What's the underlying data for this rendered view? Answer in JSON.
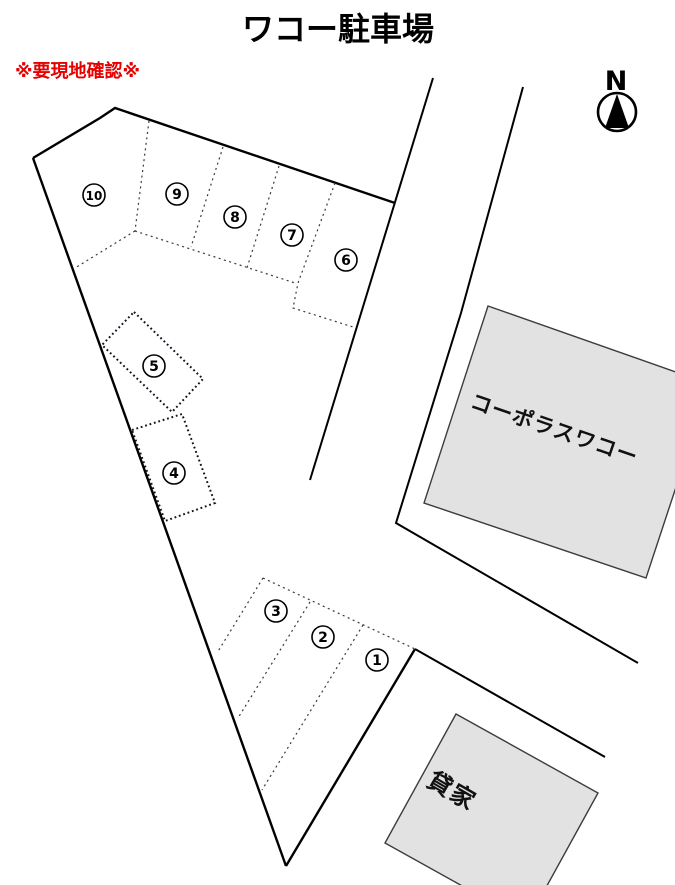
{
  "title": "ワコー駐車場",
  "note": {
    "text": "※要現地確認※",
    "color": "#e60000"
  },
  "compass": {
    "label": "N"
  },
  "parking": {
    "stalls": [
      {
        "label": "1"
      },
      {
        "label": "2"
      },
      {
        "label": "3"
      },
      {
        "label": "4"
      },
      {
        "label": "5"
      },
      {
        "label": "6"
      },
      {
        "label": "7"
      },
      {
        "label": "8"
      },
      {
        "label": "9"
      },
      {
        "label": "10"
      }
    ]
  },
  "buildings": [
    {
      "name": "コーポラスワコー"
    },
    {
      "name": "貸家"
    }
  ],
  "colors": {
    "line": "#000000",
    "building_fill": "#e2e2e2",
    "building_stroke": "#3c3c3c",
    "note_red": "#e60000"
  }
}
